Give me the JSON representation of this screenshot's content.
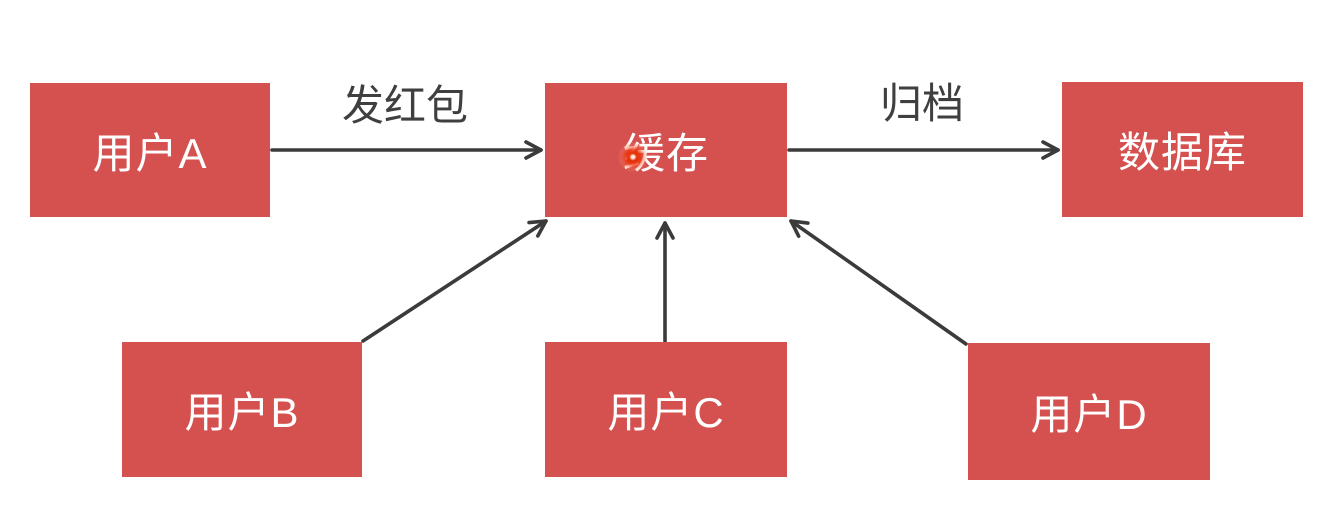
{
  "diagram": {
    "title_hint": "red-packet cache archiving flow",
    "nodes": [
      {
        "id": "user-a",
        "label": "用户A"
      },
      {
        "id": "cache",
        "label": "缓存"
      },
      {
        "id": "database",
        "label": "数据库"
      },
      {
        "id": "user-b",
        "label": "用户B"
      },
      {
        "id": "user-c",
        "label": "用户C"
      },
      {
        "id": "user-d",
        "label": "用户D"
      }
    ],
    "edges": [
      {
        "from": "user-a",
        "to": "cache",
        "label": "发红包"
      },
      {
        "from": "cache",
        "to": "database",
        "label": "归档"
      },
      {
        "from": "user-b",
        "to": "cache",
        "label": ""
      },
      {
        "from": "user-c",
        "to": "cache",
        "label": ""
      },
      {
        "from": "user-d",
        "to": "cache",
        "label": ""
      }
    ],
    "colors": {
      "node_fill": "#d4514f",
      "node_text": "#ffffff",
      "arrow": "#3b3b3b",
      "label_text": "#3f3f3f",
      "click_indicator": "#e62b00",
      "canvas_bg": "#ffffff"
    }
  }
}
